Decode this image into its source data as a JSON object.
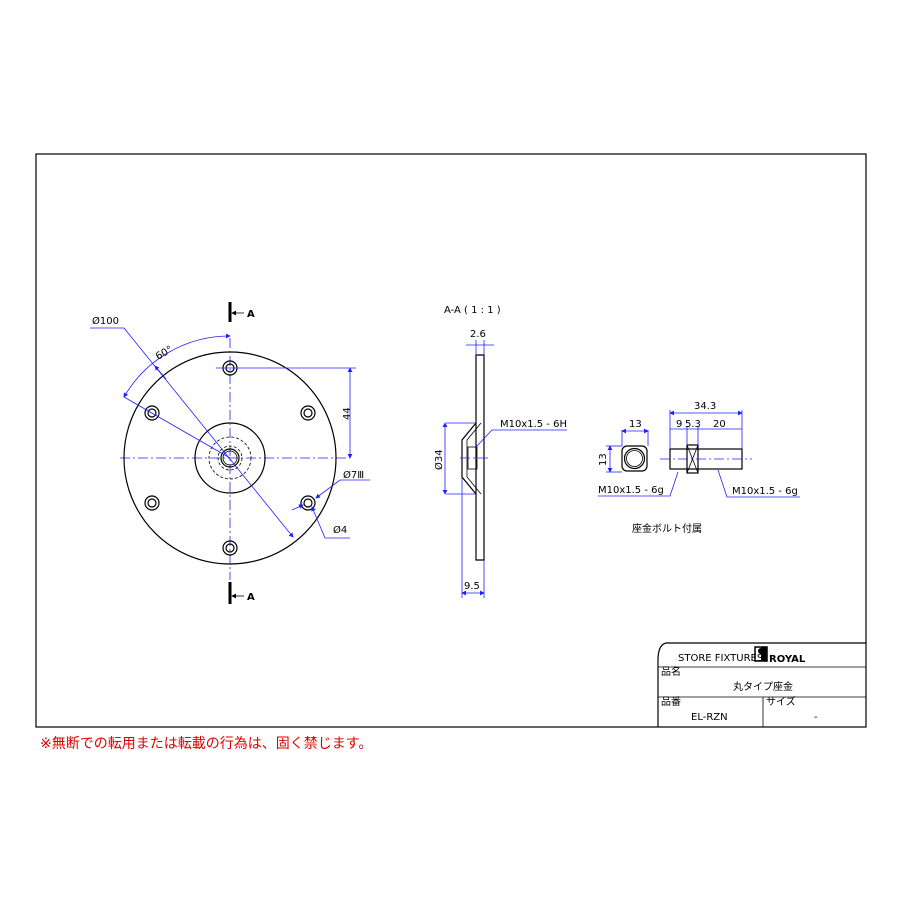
{
  "front_view": {
    "section_marker": "A",
    "dims": {
      "outer_diameter": "Ø100",
      "angle": "60°",
      "hole_offset": "44",
      "counterbore": "Ø7Ⅲ",
      "hole": "Ø4"
    }
  },
  "section_view": {
    "title": "A-A ( 1 : 1 )",
    "dims": {
      "thickness": "2.6",
      "boss_diameter": "Ø34",
      "depth": "9.5",
      "thread": "M10x1.5 - 6H"
    }
  },
  "bolt_view": {
    "dims": {
      "nut_width": "13",
      "nut_height": "13",
      "total_length": "34.3",
      "seg1": "9",
      "seg2": "5.3",
      "seg3": "20",
      "thread_left": "M10x1.5 - 6g",
      "thread_right": "M10x1.5 - 6g"
    },
    "caption": "座金ボルト付属"
  },
  "title_block": {
    "company": "STORE FIXTURES",
    "brand": "ROYAL",
    "name_label": "品名",
    "name_value": "丸タイプ座金",
    "part_label": "品番",
    "part_value": "EL-RZN",
    "size_label": "サイズ",
    "size_value": "-"
  },
  "warning": "※無断での転用または転載の行為は、固く禁じます。",
  "colors": {
    "dimension": "#2020ff",
    "warning": "#e00000"
  }
}
